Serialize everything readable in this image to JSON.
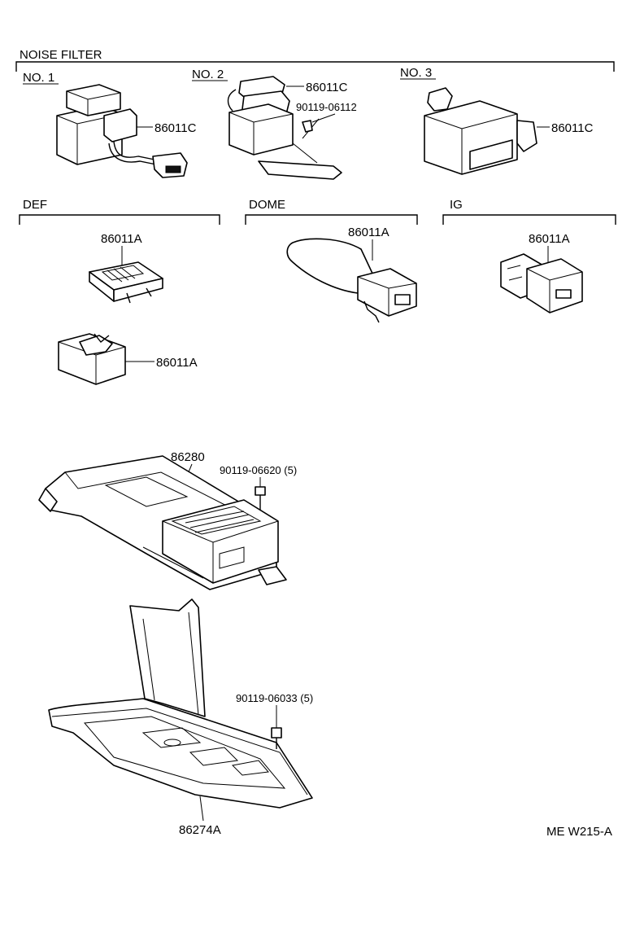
{
  "header": {
    "title": "NOISE   FILTER",
    "no1": "NO. 1",
    "no2": "NO. 2",
    "no3": "NO. 3",
    "def": "DEF",
    "dome": "DOME",
    "ig": "IG"
  },
  "parts": {
    "no1_filter": "86011C",
    "no2_filter": "86011C",
    "no2_bolt": "90119-06112",
    "no3_filter": "86011C",
    "def_filter_a": "86011A",
    "def_filter_b": "86011A",
    "dome_filter": "86011A",
    "ig_filter": "86011A",
    "bracket_upper": "86280",
    "bolt_upper": "90119-06620 (5)",
    "bolt_lower": "90119-06033 (5)",
    "bracket_lower": "86274A"
  },
  "footer": {
    "ref": "ME W215-A"
  }
}
